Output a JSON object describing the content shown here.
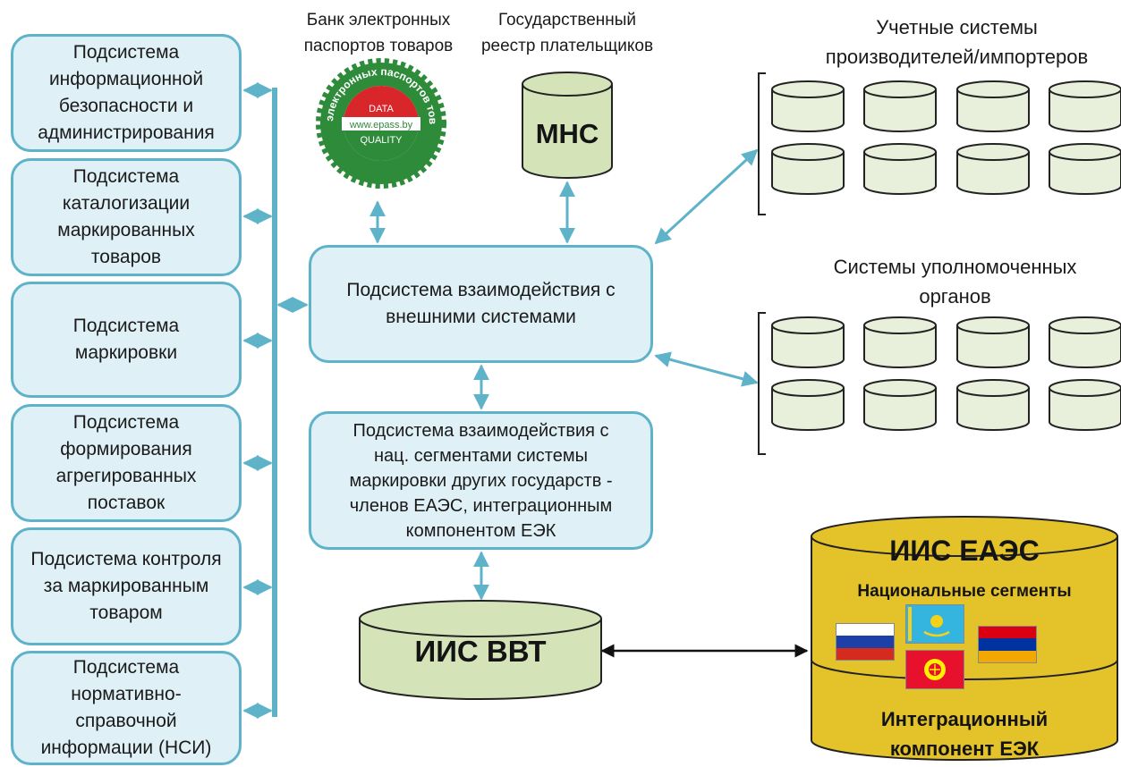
{
  "subsystems": [
    "Подсистема\nинформационной\nбезопасности и\nадминистрирования",
    "Подсистема\nкаталогизации\nмаркированных\nтоваров",
    "Подсистема\nмаркировки",
    "Подсистема\nформирования\nагрегированных\nпоставок",
    "Подсистема контроля\nза маркированным\nтоваром",
    "Подсистема\nнормативно-\nсправочной\nинформации (НСИ)"
  ],
  "bank": {
    "title": "Банк электронных\nпаспортов товаров",
    "seal_ring_text": "Банк электронных паспортов товаров",
    "seal_data": "DATA",
    "seal_url": "www.epass.by",
    "seal_quality": "QUALITY"
  },
  "registry": {
    "title": "Государственный\nреестр плательщиков",
    "cylinder_label": "МНС"
  },
  "manufacturers_title": "Учетные системы\nпроизводителей/импортеров",
  "authorities_title": "Системы уполномоченных\nорганов",
  "external_box": "Подсистема взаимодействия с\nвнешними системами",
  "national_box": "Подсистема взаимодействия с\nнац. сегментами системы\nмаркировки других государств -\nчленов ЕАЭС, интеграционным\nкомпонентом ЕЭК",
  "iis_vvt": "ИИС ВВТ",
  "eaeu": {
    "title": "ИИС ЕАЭС",
    "segments": "Национальные сегменты",
    "component": "Интеграционный\nкомпонент ЕЭК"
  },
  "colors": {
    "box_border": "#5fb3c9",
    "box_fill": "#dff0f6",
    "cylinder_fill": "#d4e4b8",
    "storage_fill": "#e8f0dc",
    "eaeu_fill": "#e3c22a",
    "seal_green": "#2e8b3a",
    "seal_red": "#d8262a"
  }
}
